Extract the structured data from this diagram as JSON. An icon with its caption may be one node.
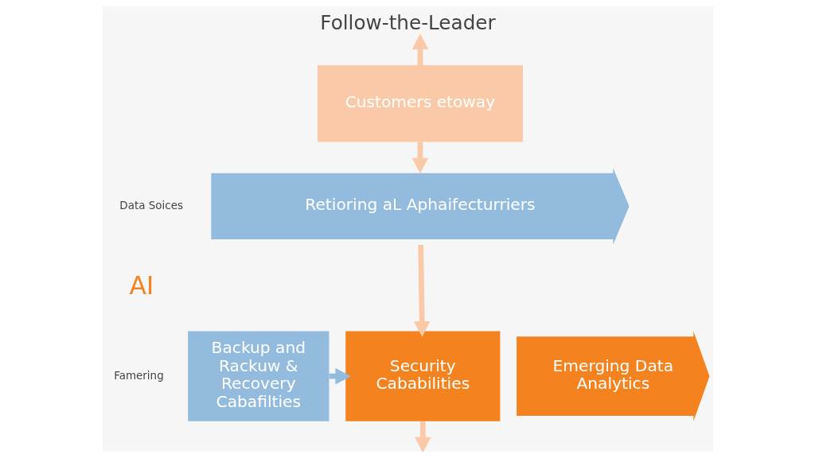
{
  "diagram": {
    "title": "Follow-the-Leader",
    "nodes": [
      {
        "text": [
          "Customers etoway"
        ]
      },
      {
        "text": [
          "Retioring aL Aphaifecturriers"
        ]
      },
      {
        "text": [
          "Backup and Rackuw & Recovery Cabafilties"
        ]
      },
      {
        "text": [
          "Security Cababilities"
        ]
      },
      {
        "text": [
          "Emerging Data Analytics"
        ]
      }
    ],
    "edges": [
      {
        "from": 0,
        "to": null,
        "arrow": "to"
      },
      {
        "from": 0,
        "to": 1,
        "arrow": "to"
      },
      {
        "from": 1,
        "to": 3,
        "arrow": "to"
      },
      {
        "from": 2,
        "to": 3,
        "arrow": "to",
        "color": "#93bbdd"
      },
      {
        "from": 3,
        "to": null,
        "arrow": "to"
      }
    ],
    "labels": [
      "Data Soices",
      "AI",
      "Famering"
    ]
  }
}
